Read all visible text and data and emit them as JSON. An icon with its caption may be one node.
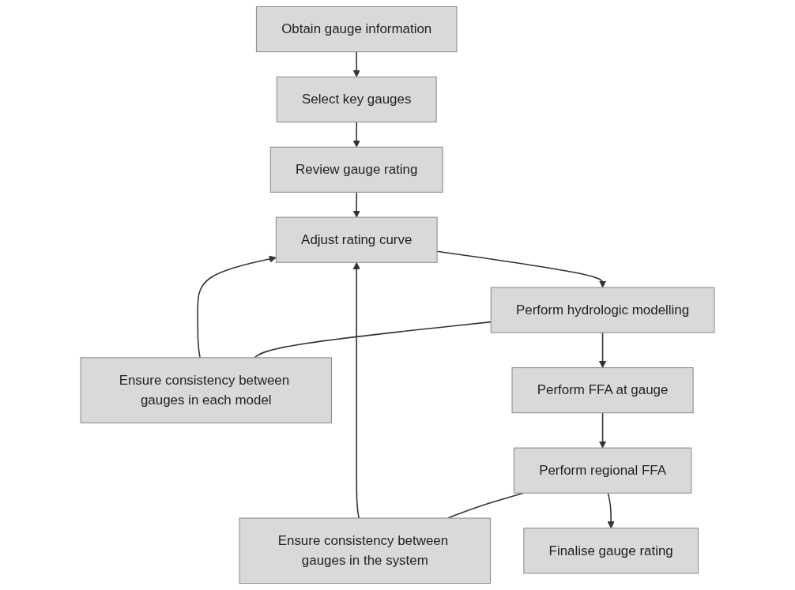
{
  "diagram": {
    "nodes": [
      {
        "text": [
          "Obtain gauge information"
        ]
      },
      {
        "text": [
          "Select key gauges"
        ]
      },
      {
        "text": [
          "Review gauge rating"
        ]
      },
      {
        "text": [
          "Adjust rating curve"
        ]
      },
      {
        "text": [
          "Ensure consistency between gauges in each model"
        ]
      },
      {
        "text": [
          "Perform hydrologic modelling"
        ]
      },
      {
        "text": [
          "Ensure consistency between gauges in the system"
        ]
      },
      {
        "text": [
          "Perform FFA at gauge"
        ]
      },
      {
        "text": [
          "Perform regional FFA"
        ]
      },
      {
        "text": [
          "Finalise gauge rating"
        ]
      }
    ],
    "edges": [
      {
        "from": 0,
        "to": 1,
        "arrow": "to"
      },
      {
        "from": 1,
        "to": 2,
        "arrow": "to"
      },
      {
        "from": 2,
        "to": 3,
        "arrow": "to"
      },
      {
        "from": 3,
        "to": 5,
        "arrow": "to"
      },
      {
        "from": 5,
        "to": 4,
        "arrow": "none"
      },
      {
        "from": 4,
        "to": 3,
        "arrow": "to"
      },
      {
        "from": 5,
        "to": 7,
        "arrow": "to"
      },
      {
        "from": 7,
        "to": 8,
        "arrow": "to"
      },
      {
        "from": 8,
        "to": 6,
        "arrow": "none"
      },
      {
        "from": 6,
        "to": 3,
        "arrow": "to"
      },
      {
        "from": 8,
        "to": 9,
        "arrow": "to"
      }
    ]
  }
}
